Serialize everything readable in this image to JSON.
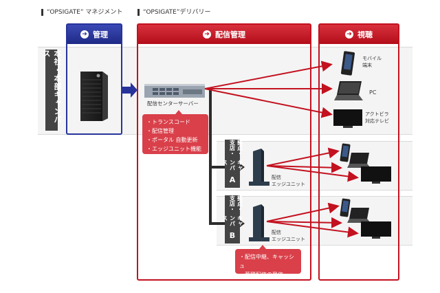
{
  "headers": {
    "management_section": "“OPSIGATE” マネジメント",
    "delivery_section": "“OPSIGATE”デリバリー"
  },
  "columns": {
    "management": {
      "title": "管理",
      "color": "#27339a"
    },
    "delivery": {
      "title": "配信管理",
      "color": "#c3111f"
    },
    "viewing": {
      "title": "視聴",
      "color": "#c3111f"
    }
  },
  "hq": {
    "label": "本社・本部キャンパス",
    "server_label": "配信センターサーバー",
    "server_functions": [
      "・トランスコード",
      "・配信管理",
      "・ポータル 自動更新",
      "・エッジユニット機能"
    ]
  },
  "branches": [
    {
      "label_col1": "拠点・支店・",
      "label_col2": "キャンパス",
      "letter": "A",
      "unit_label_1": "配信",
      "unit_label_2": "エッジユニット"
    },
    {
      "label_col1": "拠点・支店・",
      "label_col2": "キャンパス",
      "letter": "B",
      "unit_label_1": "配信",
      "unit_label_2": "エッジユニット"
    }
  ],
  "edge_functions": [
    "・配信中継、キャッシュ",
    "・蓄積配信の受信"
  ],
  "devices": [
    {
      "name": "mobile",
      "label_1": "モバイル",
      "label_2": "端末"
    },
    {
      "name": "pc",
      "label_1": "PC",
      "label_2": ""
    },
    {
      "name": "tv",
      "label_1": "アクトビラ",
      "label_2": "対応テレビ"
    }
  ],
  "accent_arrow": "#c3111f"
}
